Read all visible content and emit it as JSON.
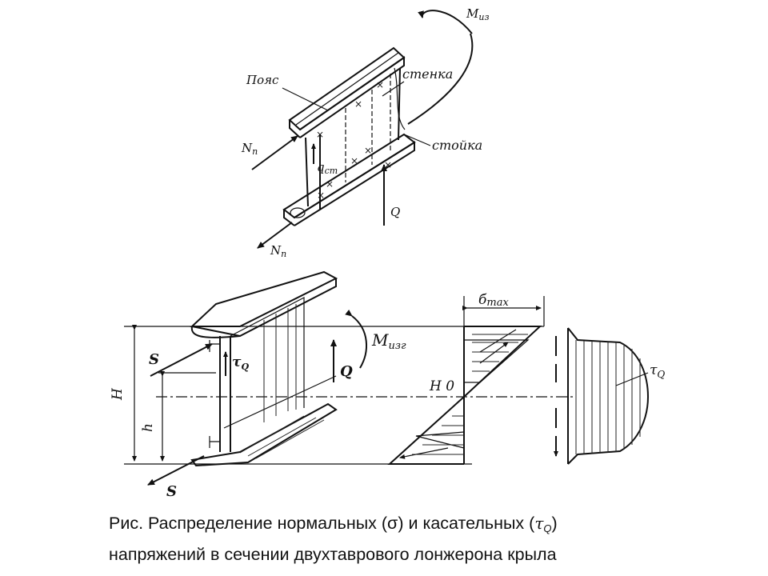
{
  "top_view": {
    "labels": {
      "flange": "Пояс",
      "web": "стенка",
      "stiffener": "стойка",
      "moment": "M",
      "moment_sub": "из",
      "axial_top": "N",
      "axial_top_sub": "п",
      "axial_bottom": "N",
      "axial_bottom_sub": "п",
      "shear_flow": "q",
      "shear_flow_sub": "ст",
      "shear_force": "Q"
    }
  },
  "section_view": {
    "labels": {
      "force_S_top": "S",
      "force_S_bottom": "S",
      "tau_q": "τ",
      "tau_q_sub": "Q",
      "shear_force": "Q",
      "moment": "M",
      "moment_sub": "изг",
      "height_H": "H",
      "height_h": "h",
      "neutral_axis": "H 0",
      "sigma_max": "б",
      "sigma_max_sub": "max",
      "tau_diagram": "τ",
      "tau_diagram_sub": "Q"
    }
  },
  "caption": {
    "line1_pre": "Рис. Распределение нормальных (σ) и касательных (",
    "line1_tau": "τ",
    "line1_sub": "Q",
    "line1_post": ")",
    "line2": "напряжений в сечении двухтаврового лонжерона крыла"
  }
}
